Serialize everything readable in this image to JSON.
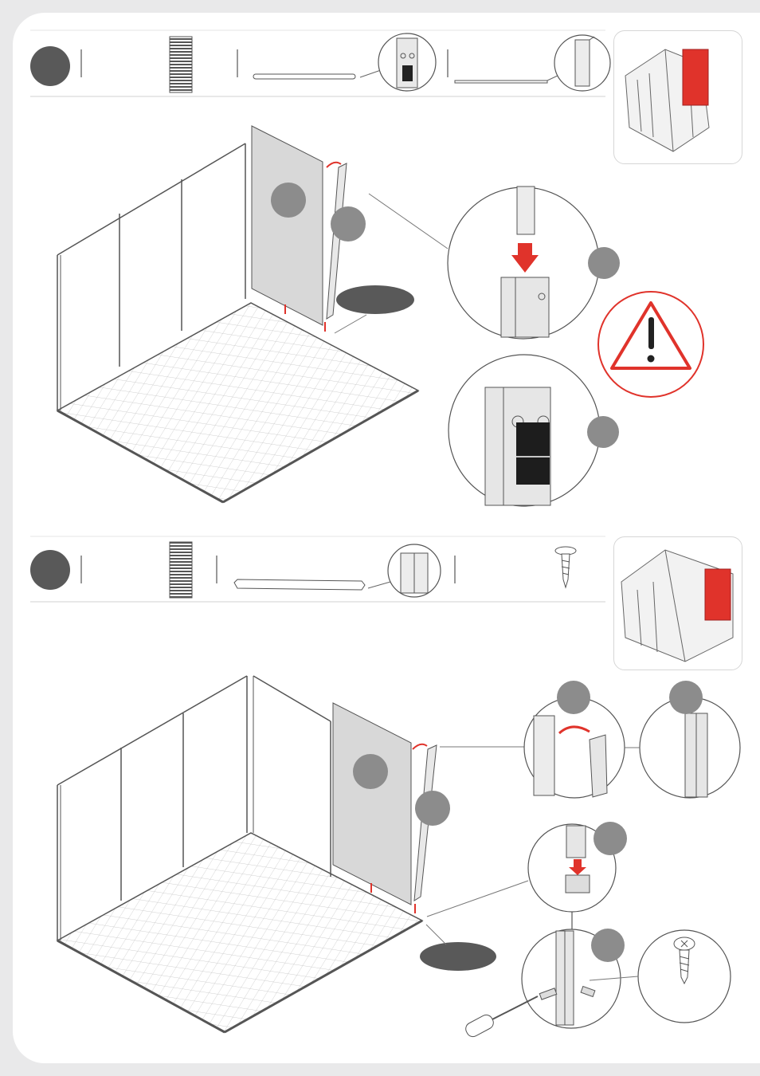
{
  "page": {
    "background": "#e9e9ea",
    "sheet_color": "#ffffff"
  },
  "colors": {
    "accent_red": "#e0332b",
    "badge_gray": "#595959",
    "callout_gray": "#8c8c8c",
    "panel_gray": "#d8d8d8",
    "line": "#444444"
  },
  "steps": [
    {
      "id": "step-upper",
      "parts": [
        "panel-icon",
        "long-rail",
        "h-profile-detail",
        "thin-rail",
        "square-post-detail"
      ],
      "warning_icon": "warning-triangle-icon"
    },
    {
      "id": "step-lower",
      "parts": [
        "panel-icon",
        "corner-rail",
        "corner-profile-detail",
        "screw-icon"
      ]
    }
  ]
}
